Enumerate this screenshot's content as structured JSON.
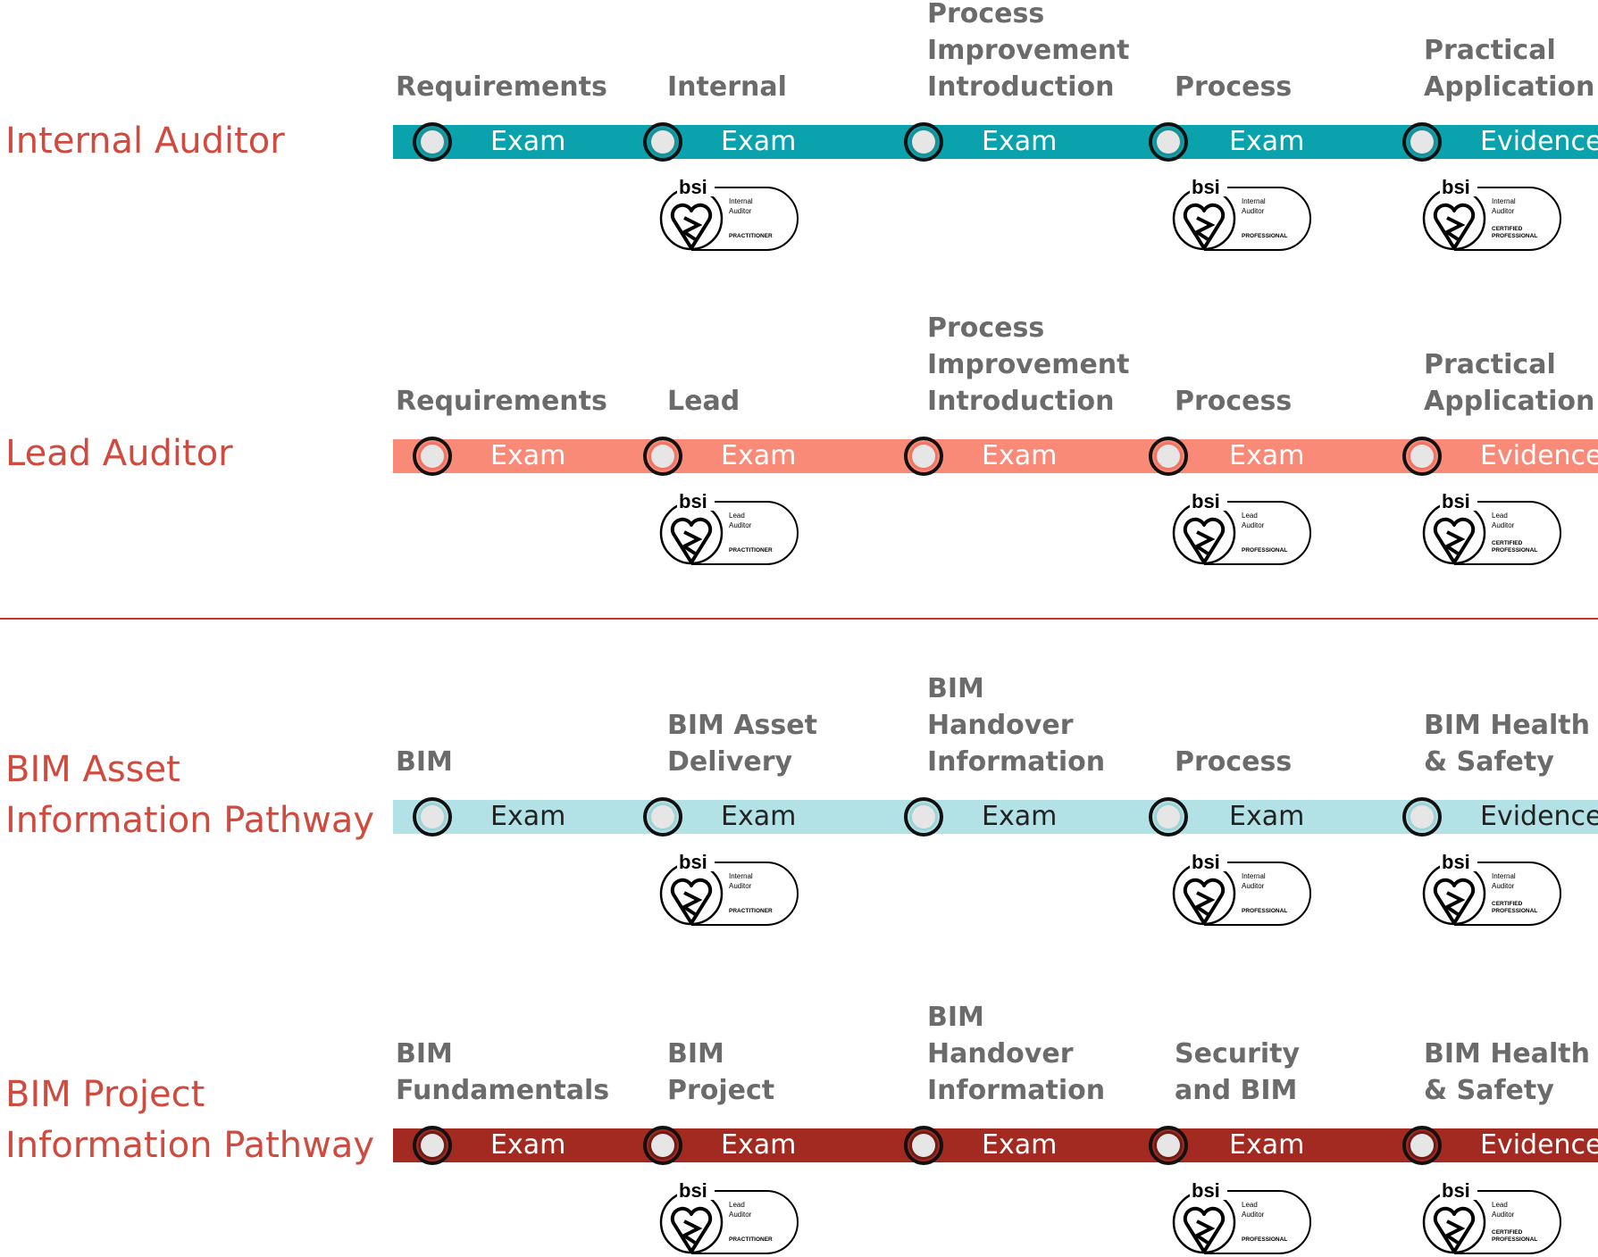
{
  "colors": {
    "title": "#cf4a3f",
    "stage_title": "#6b6b6b",
    "divider": "#c0392b"
  },
  "pathways": [
    {
      "id": "internal-auditor",
      "title": [
        "Internal Auditor"
      ],
      "track_color": "#0aa3ad",
      "node_fill": "#1d8f97",
      "label_color": "#ffffff",
      "badge_line1": "Internal",
      "badge_line2": "Auditor",
      "stages": [
        {
          "title": [
            "Requirements"
          ],
          "type": "Exam",
          "badge": ""
        },
        {
          "title": [
            "Internal"
          ],
          "type": "Exam",
          "badge": "PRACTITIONER"
        },
        {
          "title": [
            "Process",
            "Improvement",
            "Introduction"
          ],
          "type": "Exam",
          "badge": ""
        },
        {
          "title": [
            "Process"
          ],
          "type": "Exam",
          "badge": "PROFESSIONAL"
        },
        {
          "title": [
            "Practical",
            "Application"
          ],
          "type": "Evidence",
          "badge": "CERTIFIED PROFESSIONAL"
        }
      ]
    },
    {
      "id": "lead-auditor",
      "title": [
        "Lead Auditor"
      ],
      "track_color": "#fa8a78",
      "node_fill": "#f27462",
      "label_color": "#ffffff",
      "badge_line1": "Lead",
      "badge_line2": "Auditor",
      "stages": [
        {
          "title": [
            "Requirements"
          ],
          "type": "Exam",
          "badge": ""
        },
        {
          "title": [
            "Lead"
          ],
          "type": "Exam",
          "badge": "PRACTITIONER"
        },
        {
          "title": [
            "Process",
            "Improvement",
            "Introduction"
          ],
          "type": "Exam",
          "badge": ""
        },
        {
          "title": [
            "Process"
          ],
          "type": "Exam",
          "badge": "PROFESSIONAL"
        },
        {
          "title": [
            "Practical",
            "Application"
          ],
          "type": "Evidence",
          "badge": "CERTIFIED PROFESSIONAL"
        }
      ]
    },
    {
      "id": "bim-asset",
      "title": [
        "BIM Asset",
        "Information Pathway"
      ],
      "track_color": "#b2e2e5",
      "node_fill": "#9fd3d7",
      "label_color": "#222222",
      "badge_line1": "Internal",
      "badge_line2": "Auditor",
      "stages": [
        {
          "title": [
            "BIM"
          ],
          "type": "Exam",
          "badge": ""
        },
        {
          "title": [
            "BIM Asset",
            "Delivery"
          ],
          "type": "Exam",
          "badge": "PRACTITIONER"
        },
        {
          "title": [
            "BIM",
            "Handover",
            "Information"
          ],
          "type": "Exam",
          "badge": ""
        },
        {
          "title": [
            "Process"
          ],
          "type": "Exam",
          "badge": "PROFESSIONAL"
        },
        {
          "title": [
            "BIM Health",
            "& Safety"
          ],
          "type": "Evidence",
          "badge": "CERTIFIED PROFESSIONAL"
        }
      ]
    },
    {
      "id": "bim-project",
      "title": [
        "BIM Project",
        "Information Pathway"
      ],
      "track_color": "#a32a21",
      "node_fill": "#6e1d17",
      "label_color": "#ffffff",
      "badge_line1": "Lead",
      "badge_line2": "Auditor",
      "stages": [
        {
          "title": [
            "BIM",
            "Fundamentals"
          ],
          "type": "Exam",
          "badge": ""
        },
        {
          "title": [
            "BIM",
            "Project"
          ],
          "type": "Exam",
          "badge": "PRACTITIONER"
        },
        {
          "title": [
            "BIM",
            "Handover",
            "Information"
          ],
          "type": "Exam",
          "badge": ""
        },
        {
          "title": [
            "Security",
            "and BIM"
          ],
          "type": "Exam",
          "badge": "PROFESSIONAL"
        },
        {
          "title": [
            "BIM Health",
            "& Safety"
          ],
          "type": "Evidence",
          "badge": "CERTIFIED PROFESSIONAL"
        }
      ]
    }
  ],
  "badge_brand": "bsi"
}
